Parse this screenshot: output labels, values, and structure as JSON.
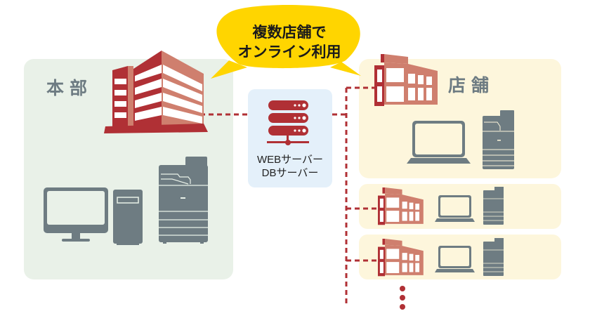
{
  "bubble": {
    "line1": "複数店舗で",
    "line2": "オンライン利用"
  },
  "headquarters": {
    "label": "本部"
  },
  "server": {
    "line1": "WEBサーバー",
    "line2": "DBサーバー"
  },
  "store": {
    "label": "店舗"
  },
  "colors": {
    "accent_red": "#b03035",
    "accent_red_light": "#cf7f6e",
    "device_gray": "#6e7c82",
    "bubble_yellow": "#ffd500",
    "hq_panel": "#e9f1e8",
    "store_panel": "#fdf6dc",
    "server_panel": "#e4f0fa"
  }
}
